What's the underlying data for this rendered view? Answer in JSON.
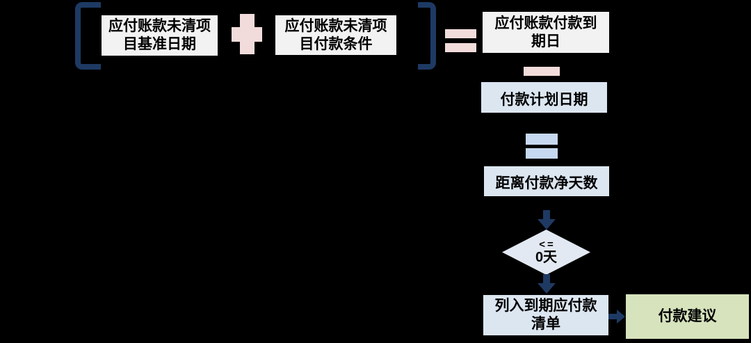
{
  "diagram": {
    "nodes": {
      "base_date": "应付账款未清项\n目基准日期",
      "payment_terms": "应付账款未清项\n目付款条件",
      "payment_due_date": "应付账款付款到\n期日",
      "payment_plan_date": "付款计划日期",
      "net_days_to_payment": "距离付款净天数",
      "decision_operator": "<=",
      "decision_value": "0天",
      "due_payables_list": "列入到期应付款\n清单",
      "payment_proposal": "付款建议"
    },
    "icons": {
      "plus": "+",
      "equals_top": "=",
      "minus": "−",
      "equals_mid": "=",
      "arrow_down": "↓",
      "arrow_right": "→",
      "grouping_brackets": "[ ]"
    },
    "colors": {
      "background": "#000000",
      "source_box": "#f2f2f2",
      "process_box": "#dce6f1",
      "decision_diamond": "#e2e9f3",
      "result_box": "#d6e3bc",
      "operator_pink": "#f2dcdb",
      "operator_blue": "#c6d9f0",
      "connector_navy": "#1e3a63",
      "text": "#000000"
    }
  }
}
